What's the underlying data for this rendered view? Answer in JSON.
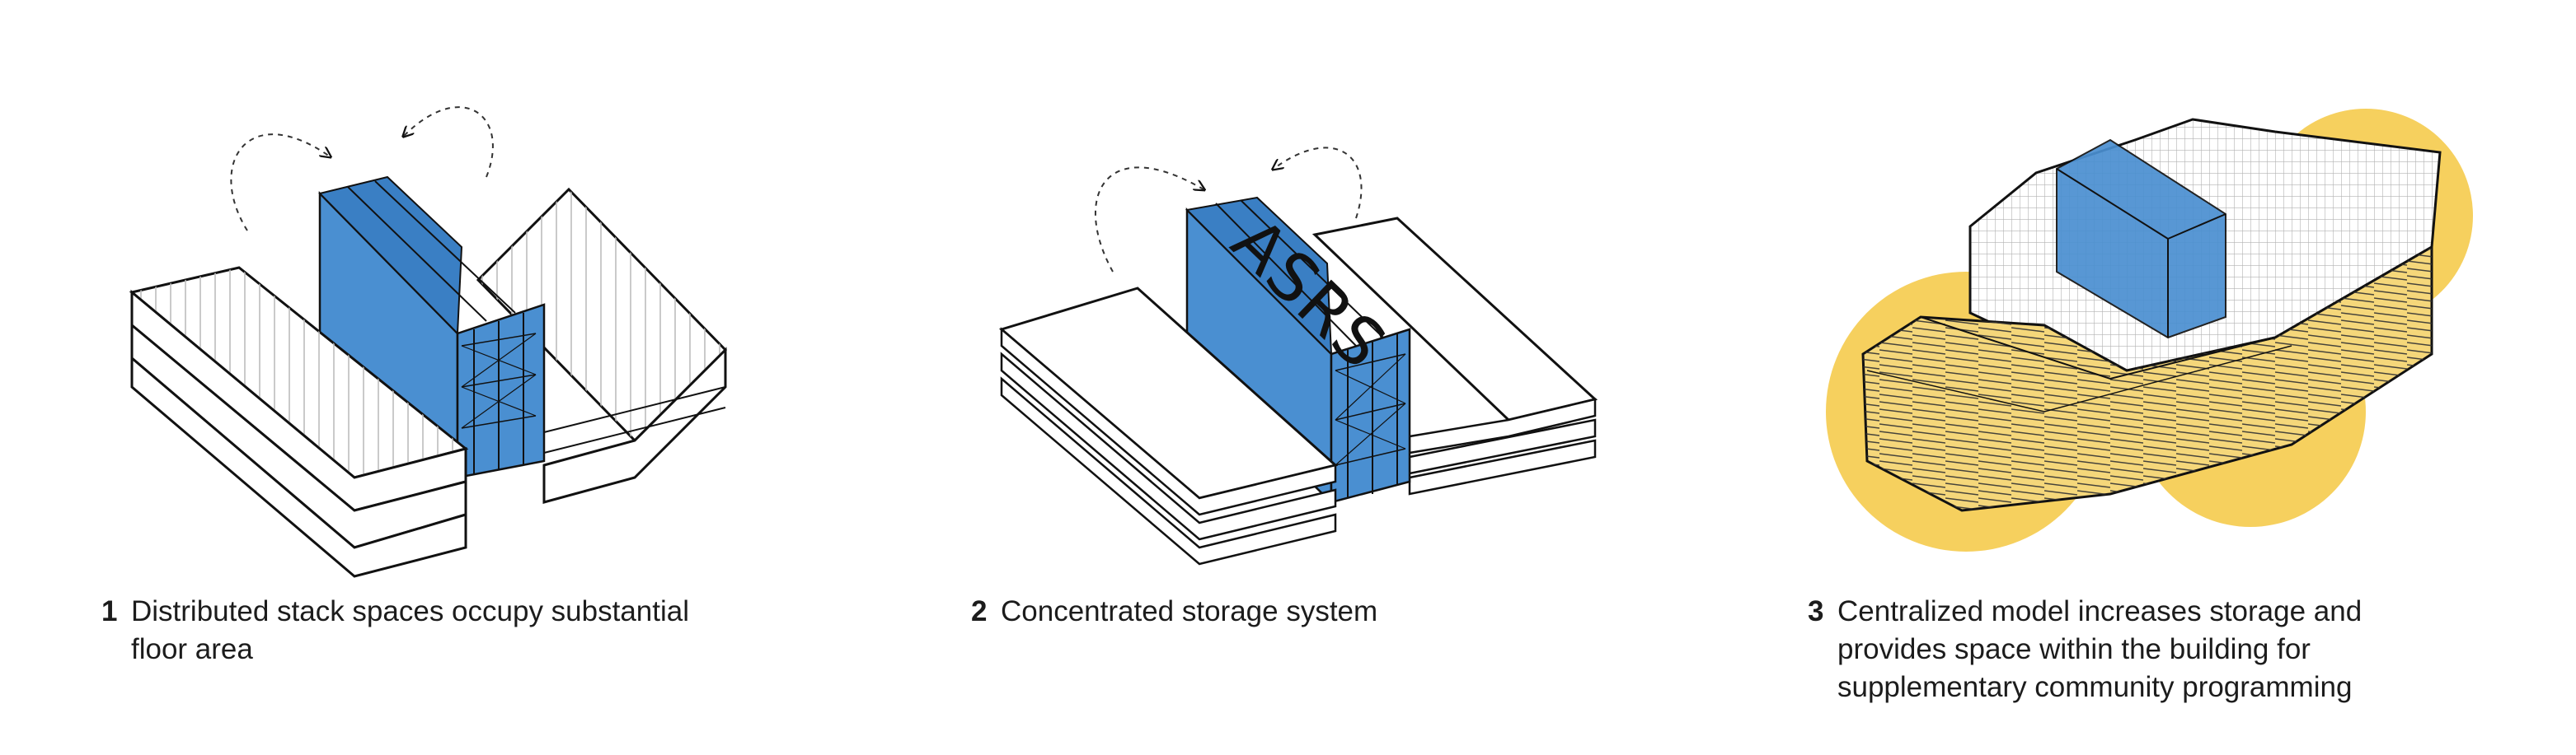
{
  "colors": {
    "storage_blue": "#4a8fd1",
    "community_yellow": "#f5c842",
    "line": "#111111"
  },
  "panels": [
    {
      "number": "1",
      "caption": "Distributed stack spaces occupy substantial\nfloor area"
    },
    {
      "number": "2",
      "caption": "Concentrated storage system",
      "block_label": "ASRS"
    },
    {
      "number": "3",
      "caption": "Centralized model increases storage and\nprovides space within the building for\nsupplementary community programming"
    }
  ]
}
